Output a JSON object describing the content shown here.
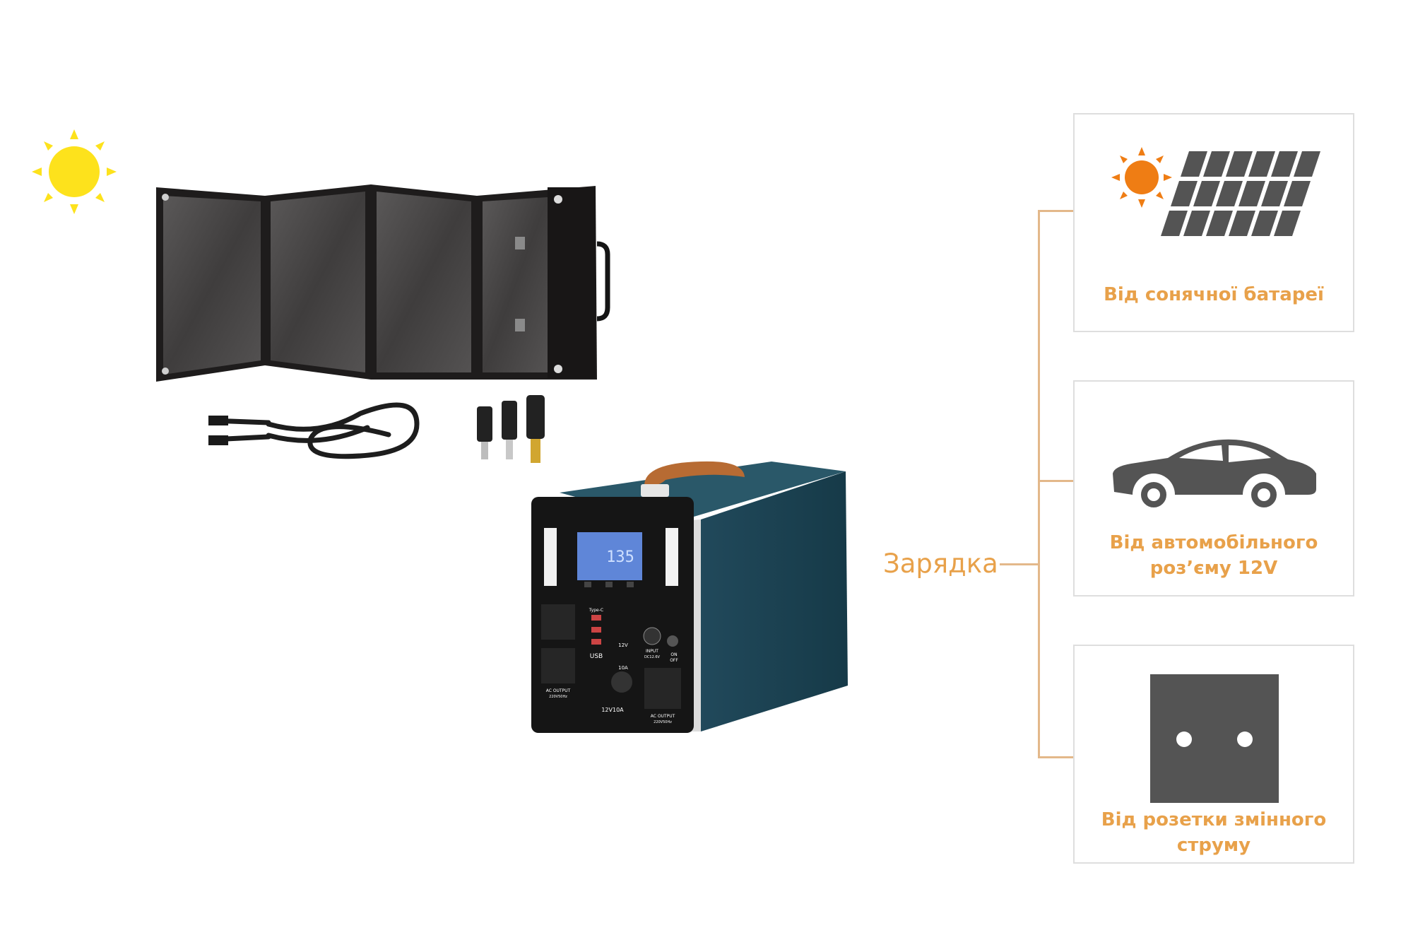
{
  "colors": {
    "accent": "#e8a14a",
    "connector": "#e3b88a",
    "icon_gray": "#545454",
    "sun_yellow": "#fde21c",
    "sun_orange": "#ef7d14",
    "station_teal": "#1c4a5a",
    "handle_brown": "#b76b33"
  },
  "charge": {
    "label": "Зарядка"
  },
  "cards": [
    {
      "label_lines": [
        "Від сонячної батареї"
      ],
      "icon": "solar-panel-icon"
    },
    {
      "label_lines": [
        "Від автомобільного",
        "роз’єму 12V"
      ],
      "icon": "car-icon"
    },
    {
      "label_lines": [
        "Від розетки змінного",
        "струму"
      ],
      "icon": "socket-icon"
    }
  ],
  "product": {
    "battery_labels": {
      "display": "135",
      "usb": "USB",
      "typec": "Type-C",
      "dc12v": "12V",
      "dc10a": "10A",
      "input": "INPUT",
      "input_spec": "DC12.6V",
      "on": "ON",
      "off": "OFF",
      "ac_left": "AC OUTPUT",
      "ac_left_spec": "220V50Hz",
      "ac_right": "AC OUTPUT",
      "ac_right_spec": "220V50Hz",
      "car_port": "12V10A"
    }
  }
}
